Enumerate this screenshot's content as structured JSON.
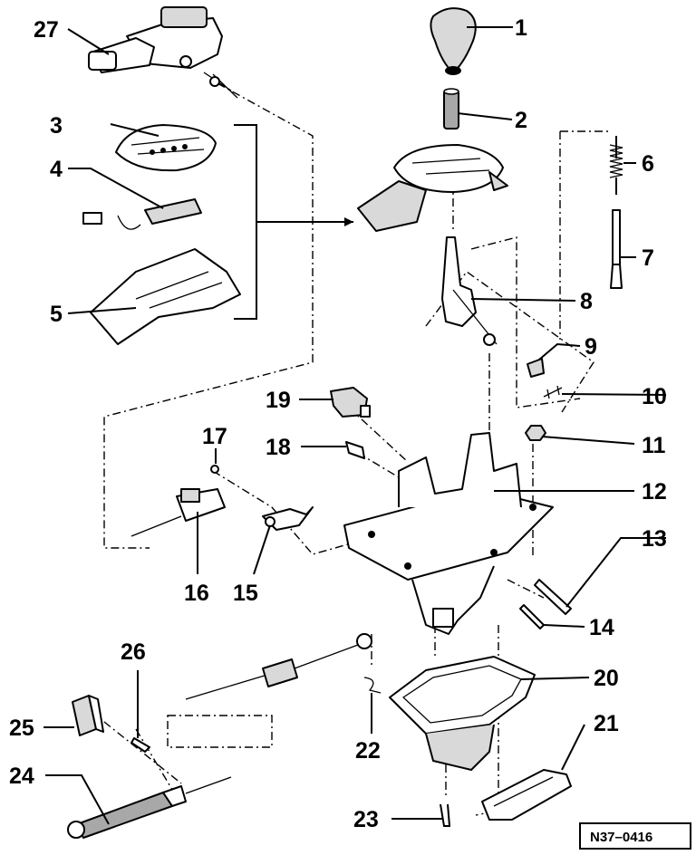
{
  "diagram": {
    "callouts": {
      "c1": "1",
      "c2": "2",
      "c3": "3",
      "c4": "4",
      "c5": "5",
      "c6": "6",
      "c7": "7",
      "c8": "8",
      "c9": "9",
      "c10": "10",
      "c11": "11",
      "c12": "12",
      "c13": "13",
      "c14": "14",
      "c15": "15",
      "c16": "16",
      "c17": "17",
      "c18": "18",
      "c19": "19",
      "c20": "20",
      "c21": "21",
      "c22": "22",
      "c23": "23",
      "c24": "24",
      "c25": "25",
      "c26": "26",
      "c27": "27"
    },
    "reference_code": "N37–0416"
  }
}
